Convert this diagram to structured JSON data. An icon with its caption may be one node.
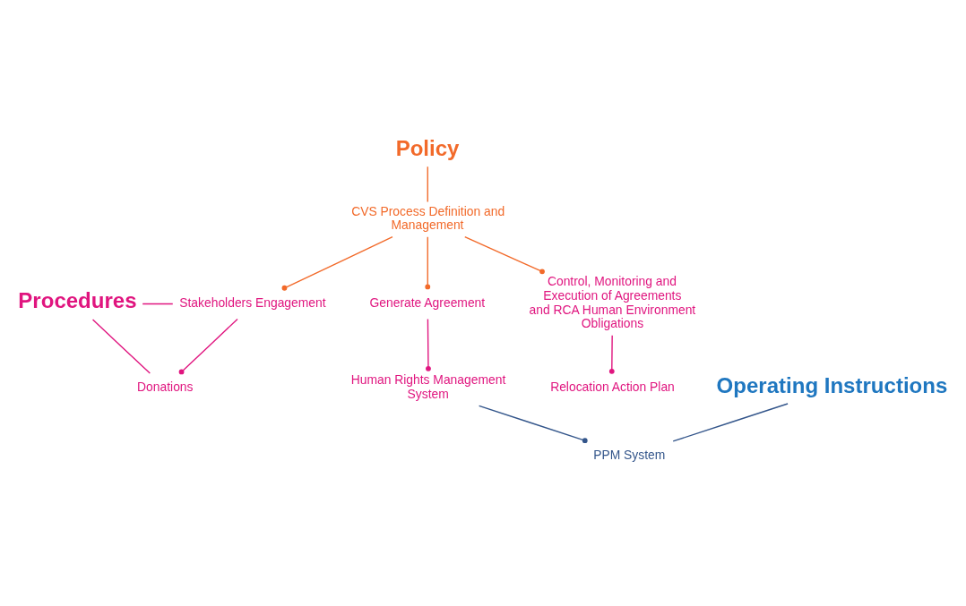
{
  "diagram": {
    "nodes": [
      {
        "text": [
          "Policy"
        ]
      },
      {
        "text": [
          "CVS Process Definition and Management"
        ]
      },
      {
        "text": [
          "Procedures"
        ]
      },
      {
        "text": [
          "Stakeholders Engagement"
        ]
      },
      {
        "text": [
          "Generate Agreement"
        ]
      },
      {
        "text": [
          "Control, Monitoring and Execution of Agreements and RCA Human Environment Obligations"
        ]
      },
      {
        "text": [
          "Donations"
        ]
      },
      {
        "text": [
          "Human Rights Management System"
        ]
      },
      {
        "text": [
          "Relocation Action Plan"
        ]
      },
      {
        "text": [
          "Operating Instructions"
        ]
      },
      {
        "text": [
          "PPM System"
        ]
      }
    ],
    "edges": [
      {
        "from": 0,
        "to": 1,
        "arrow": "none",
        "color": "#f26a2a"
      },
      {
        "from": 1,
        "to": 3,
        "arrow": "other",
        "color": "#f26a2a"
      },
      {
        "from": 1,
        "to": 4,
        "arrow": "other",
        "color": "#f26a2a"
      },
      {
        "from": 1,
        "to": 5,
        "arrow": "other",
        "color": "#f26a2a"
      },
      {
        "from": 2,
        "to": 3,
        "arrow": "none"
      },
      {
        "from": 2,
        "to": 6,
        "arrow": "none"
      },
      {
        "from": 3,
        "to": 6,
        "arrow": "other"
      },
      {
        "from": 4,
        "to": 7,
        "arrow": "other"
      },
      {
        "from": 5,
        "to": 8,
        "arrow": "other"
      },
      {
        "from": 7,
        "to": 10,
        "arrow": "other",
        "color": "#34568b"
      },
      {
        "from": 9,
        "to": 10,
        "arrow": "none",
        "color": "#34568b"
      }
    ]
  }
}
